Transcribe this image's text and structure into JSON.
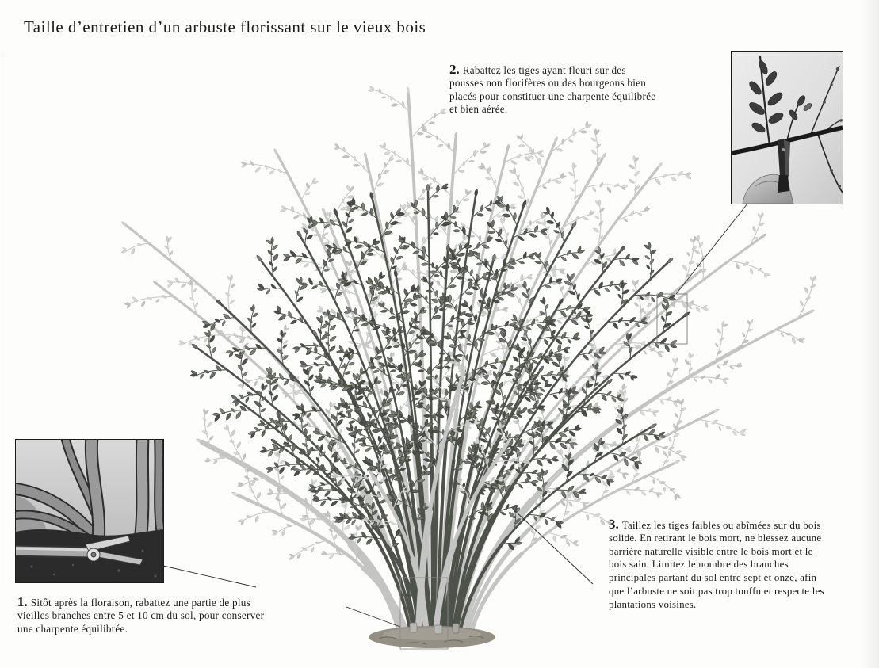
{
  "page": {
    "title": "Taille d’entretien d’un arbuste florissant sur le vieux bois"
  },
  "annotations": {
    "step2": {
      "number": "2.",
      "lines": [
        "Rabattez les tiges ayant fleuri sur des",
        "pousses non florifères ou des bourgeons bien",
        "placés pour constituer une charpente équilibrée",
        "et bien aérée."
      ]
    },
    "step3": {
      "number": "3.",
      "lines": [
        "Taillez les tiges faibles ou abîmées sur du bois",
        "solide. En retirant le bois mort, ne blessez aucune",
        "barrière naturelle visible entre le bois mort et le",
        "bois sain. Limitez le nombre des branches",
        "principales partant du sol entre sept et onze, afin",
        "que l’arbuste ne soit pas trop touffu et respecte les",
        "plantations voisines."
      ]
    },
    "step1": {
      "number": "1.",
      "lines": [
        "Sitôt après la floraison, rabattez une partie de plus",
        "vieilles branches entre 5 et 10 cm du sol, pour conserver",
        "une charpente équilibrée."
      ]
    }
  },
  "colors": {
    "text": "#1a1a1a",
    "frame": "#1b1b1b",
    "leader_line": "#2a2a2a",
    "foliage_stem": "#4d524a",
    "foliage_twig": "#565b53",
    "foliage_leaf": [
      "#5f645a",
      "#6d7268",
      "#4a4f47",
      "#7c8177"
    ],
    "foliage_leaf_edge": "#2f332d",
    "old_wood_stem": "#c4c4c2",
    "old_wood_twig": "#cbcbc9",
    "old_wood_leaf": [
      "#cfcfcd",
      "#c3c3c1",
      "#d8d8d6"
    ],
    "old_wood_leaf_edge": "#b2b2b0",
    "soil": "#948f84"
  }
}
